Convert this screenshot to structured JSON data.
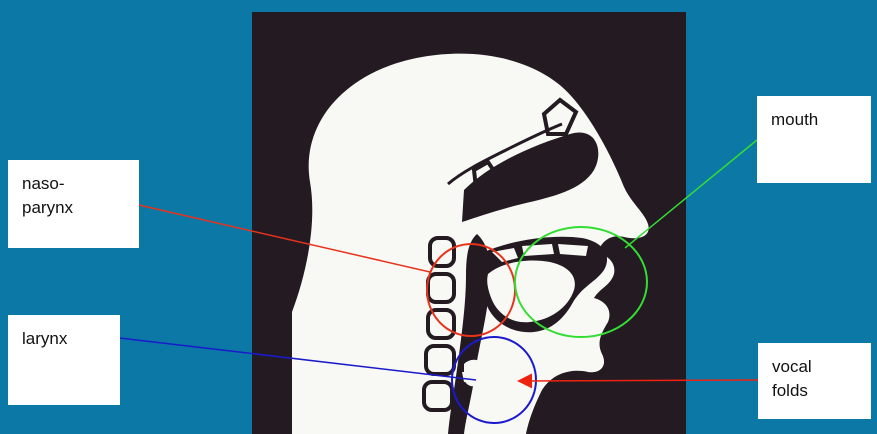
{
  "labels": {
    "naso": "naso-\nparynx",
    "larynx": "larynx",
    "mouth": "mouth",
    "vocal": "vocal\nfolds"
  },
  "colors": {
    "background": "#0b78a6",
    "panel": "#231a22",
    "head": "#f8f8f4",
    "nasopharynx": "#e8331c",
    "mouth": "#33dd33",
    "larynx": "#1a1acc",
    "vocal_folds": "#ee2211"
  }
}
